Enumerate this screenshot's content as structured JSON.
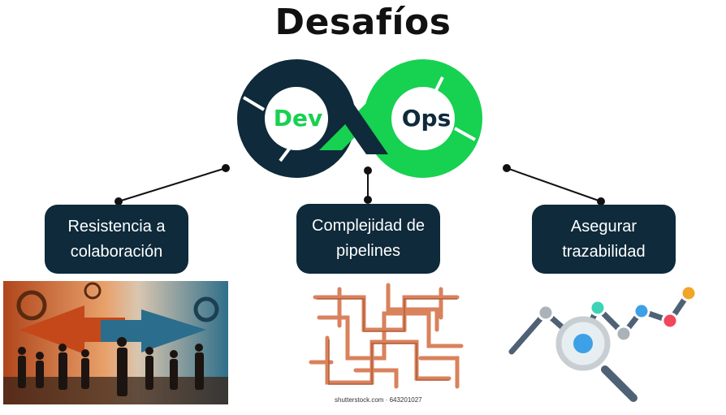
{
  "title": "Desafíos",
  "logo": {
    "left_word": "Dev",
    "right_word": "Ops"
  },
  "challenges": [
    {
      "line1": "Resistencia a",
      "line2": "colaboración"
    },
    {
      "line1": "Complejidad de",
      "line2": "pipelines"
    },
    {
      "line1": "Asegurar",
      "line2": "trazabilidad"
    }
  ],
  "stock_caption": "shutterstock.com · 643201027",
  "colors": {
    "navy": "#0e2a3b",
    "green": "#17d150",
    "copper": "#d9825c"
  }
}
